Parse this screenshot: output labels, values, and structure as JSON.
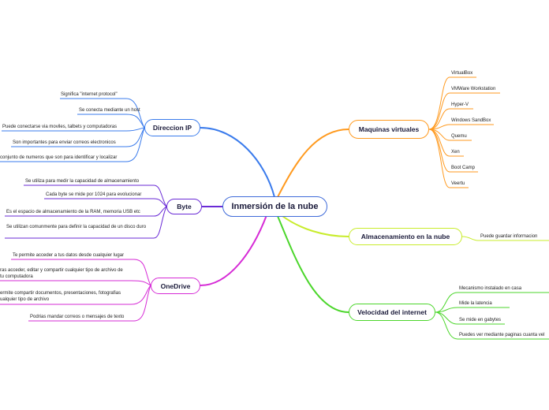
{
  "central": "Inmersión de la nube",
  "colors": {
    "direccion_ip": "#3a7bec",
    "byte": "#6a2bd6",
    "onedrive": "#d62bd6",
    "maquinas": "#ff9a1f",
    "almacenamiento": "#c8ec2b",
    "velocidad": "#4bd62b"
  },
  "topics": {
    "direccion_ip": {
      "label": "Direccion IP",
      "leaves": [
        "Significa \"internet protocol\"",
        "Se conecta mediante un host",
        "Puede conectarse via moviles, talbets y computadoras",
        "Son importantes para enviar correos electronicos",
        "conjunto de numeros que son para identificar y localizar"
      ]
    },
    "byte": {
      "label": "Byte",
      "leaves": [
        "Se utiliza para medir la capacidad de almacenamiento",
        "Cada byte se mide por 1024 para evolucionar",
        "Es el espacio de almacenamiento de la RAM, memoria USB etc",
        "Se utilizan comunmente para definir la capacidad de un disco duro"
      ]
    },
    "onedrive": {
      "label": "OneDrive",
      "leaves": [
        "Te permite acceder a tus datos desde cualquier lugar",
        "ras acceder, editar y compartir cualquier tipo de archivo de tu computadora",
        "ermite compartir documentos, presentaciones, fotografias ualquier tipo de archivo",
        "Podrias mandar correos o mensajes de texto"
      ]
    },
    "maquinas": {
      "label": "Maquinas virtuales",
      "leaves": [
        "VirtualBox",
        "VMWare Workstation",
        "Hyper-V",
        "Windows SandBox",
        "Quemu",
        "Xen",
        "Boot Camp",
        "Veertu"
      ]
    },
    "almacenamiento": {
      "label": "Almacenamiento en la nube",
      "leaves": [
        "Puede guardar informacion"
      ]
    },
    "velocidad": {
      "label": "Velocidad del internet",
      "leaves": [
        "Mecanismo instalado en casa",
        "Mide la latencia",
        "Se mide en gabytes",
        "Puedes ver mediante paginas cuanta vel"
      ]
    }
  }
}
